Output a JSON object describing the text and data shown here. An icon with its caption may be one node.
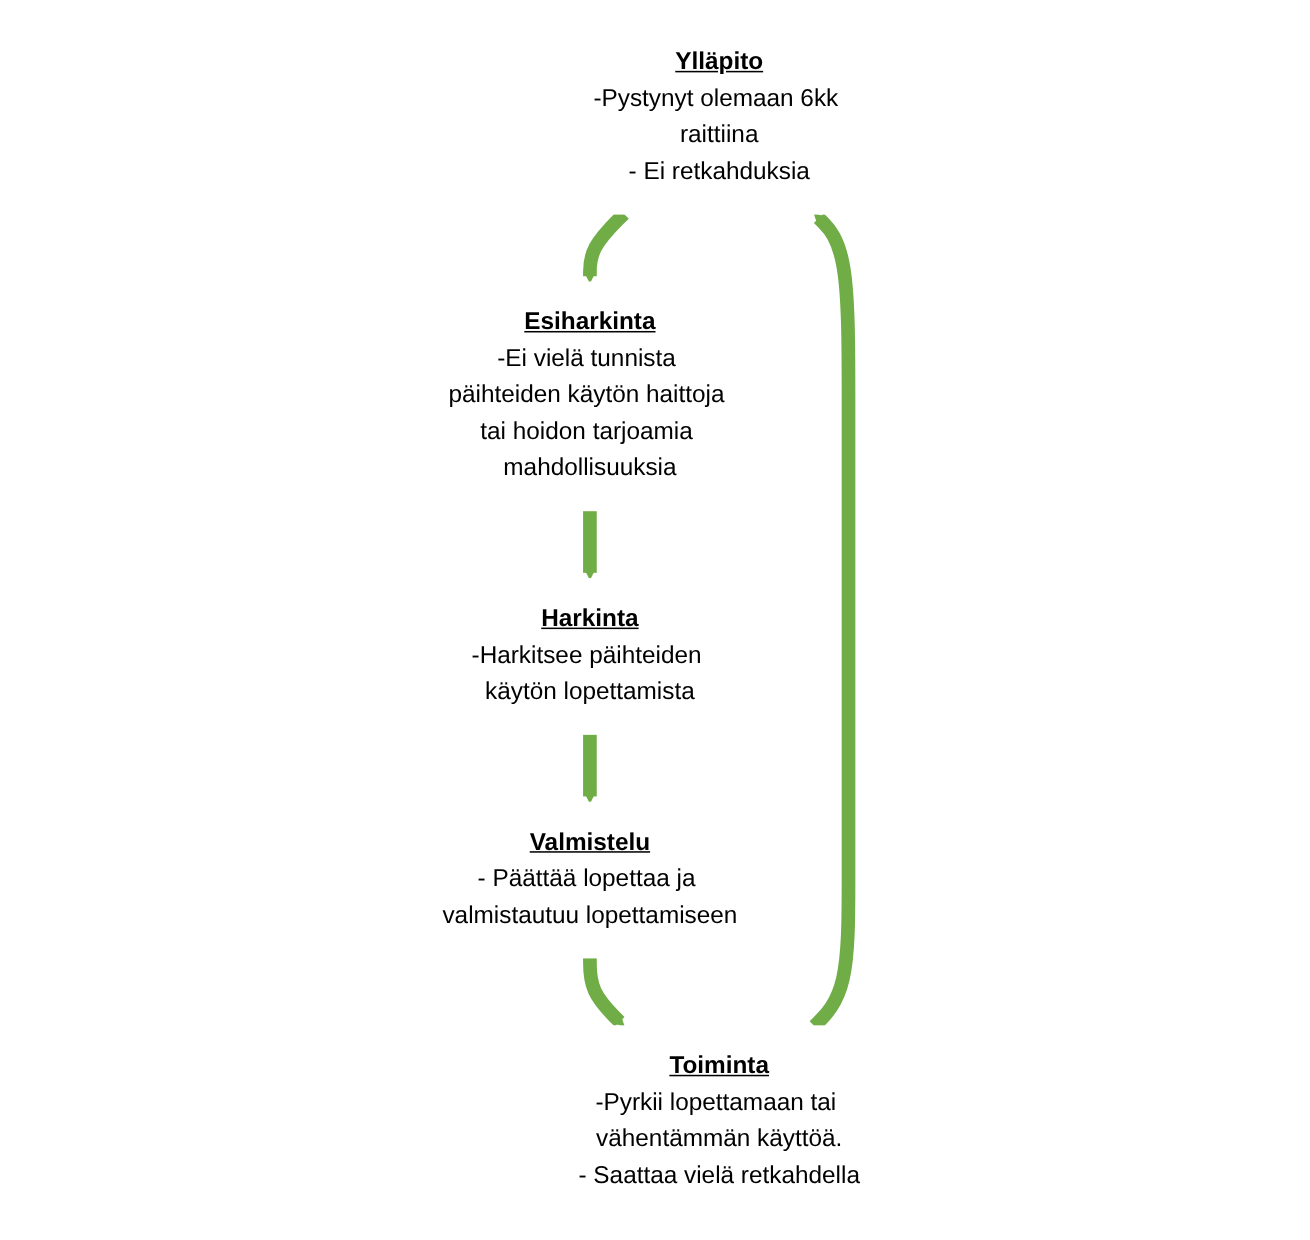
{
  "diagram": {
    "nodes": [
      {
        "text": [
          "Ylläpito",
          "-Pystynyt olemaan 6kk raittiina",
          "- Ei retkahduksia"
        ]
      },
      {
        "text": [
          "Esiharkinta",
          "-Ei vielä tunnista päihteiden käytön haittoja tai hoidon tarjoamia mahdollisuuksia"
        ]
      },
      {
        "text": [
          "Harkinta",
          "-Harkitsee päihteiden käytön lopettamista"
        ]
      },
      {
        "text": [
          "Valmistelu",
          "- Päättää lopettaa ja valmistautuu lopettamiseen"
        ]
      },
      {
        "text": [
          "Toiminta",
          "-Pyrkii lopettamaan tai vähentämmän käyttöä.",
          "- Saattaa vielä retkahdella"
        ]
      }
    ],
    "edges": [
      {
        "from": 0,
        "to": 1,
        "arrow": "to"
      },
      {
        "from": 1,
        "to": 2,
        "arrow": "to"
      },
      {
        "from": 2,
        "to": 3,
        "arrow": "to"
      },
      {
        "from": 3,
        "to": 4,
        "arrow": "to"
      },
      {
        "from": 4,
        "to": 0,
        "arrow": "to"
      }
    ]
  }
}
